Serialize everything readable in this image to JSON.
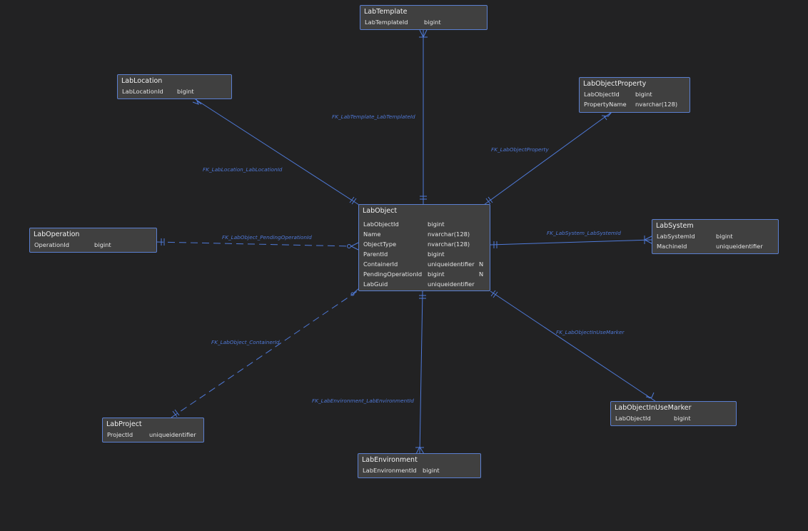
{
  "entities": {
    "template": {
      "name": "LabTemplate",
      "columns": [
        {
          "name": "LabTemplateId",
          "type": "bigint",
          "nullable": ""
        }
      ]
    },
    "location": {
      "name": "LabLocation",
      "columns": [
        {
          "name": "LabLocationId",
          "type": "bigint",
          "nullable": ""
        }
      ]
    },
    "property": {
      "name": "LabObjectProperty",
      "columns": [
        {
          "name": "LabObjectId",
          "type": "bigint",
          "nullable": ""
        },
        {
          "name": "PropertyName",
          "type": "nvarchar(128)",
          "nullable": ""
        }
      ]
    },
    "operation": {
      "name": "LabOperation",
      "columns": [
        {
          "name": "OperationId",
          "type": "bigint",
          "nullable": ""
        }
      ]
    },
    "object": {
      "name": "LabObject",
      "columns": [
        {
          "name": "LabObjectId",
          "type": "bigint",
          "nullable": ""
        },
        {
          "name": "Name",
          "type": "nvarchar(128)",
          "nullable": ""
        },
        {
          "name": "ObjectType",
          "type": "nvarchar(128)",
          "nullable": ""
        },
        {
          "name": "ParentId",
          "type": "bigint",
          "nullable": ""
        },
        {
          "name": "ContainerId",
          "type": "uniqueidentifier",
          "nullable": "N"
        },
        {
          "name": "PendingOperationId",
          "type": "bigint",
          "nullable": "N"
        },
        {
          "name": "LabGuid",
          "type": "uniqueidentifier",
          "nullable": ""
        }
      ]
    },
    "system": {
      "name": "LabSystem",
      "columns": [
        {
          "name": "LabSystemId",
          "type": "bigint",
          "nullable": ""
        },
        {
          "name": "MachineId",
          "type": "uniqueidentifier",
          "nullable": ""
        }
      ]
    },
    "project": {
      "name": "LabProject",
      "columns": [
        {
          "name": "ProjectId",
          "type": "uniqueidentifier",
          "nullable": ""
        }
      ]
    },
    "environment": {
      "name": "LabEnvironment",
      "columns": [
        {
          "name": "LabEnvironmentId",
          "type": "bigint",
          "nullable": ""
        }
      ]
    },
    "inusemarker": {
      "name": "LabObjectInUseMarker",
      "columns": [
        {
          "name": "LabObjectId",
          "type": "bigint",
          "nullable": ""
        }
      ]
    }
  },
  "relationships": [
    {
      "id": "template",
      "name": "FK_LabTemplate_LabTemplateId"
    },
    {
      "id": "location",
      "name": "FK_LabLocation_LabLocationId"
    },
    {
      "id": "property",
      "name": "FK_LabObjectProperty"
    },
    {
      "id": "operation",
      "name": "FK_LabObject_PendingOperationId"
    },
    {
      "id": "system",
      "name": "FK_LabSystem_LabSystemId"
    },
    {
      "id": "container",
      "name": "FK_LabObject_ContainerId"
    },
    {
      "id": "environment",
      "name": "FK_LabEnvironment_LabEnvironmentId"
    },
    {
      "id": "inuse",
      "name": "FK_LabObjectInUseMarker"
    }
  ],
  "colors": {
    "background": "#222223",
    "entity_fill": "#404040",
    "entity_border": "#5b7fd0",
    "link": "#4f7ad8",
    "text": "#e6e6e6"
  }
}
